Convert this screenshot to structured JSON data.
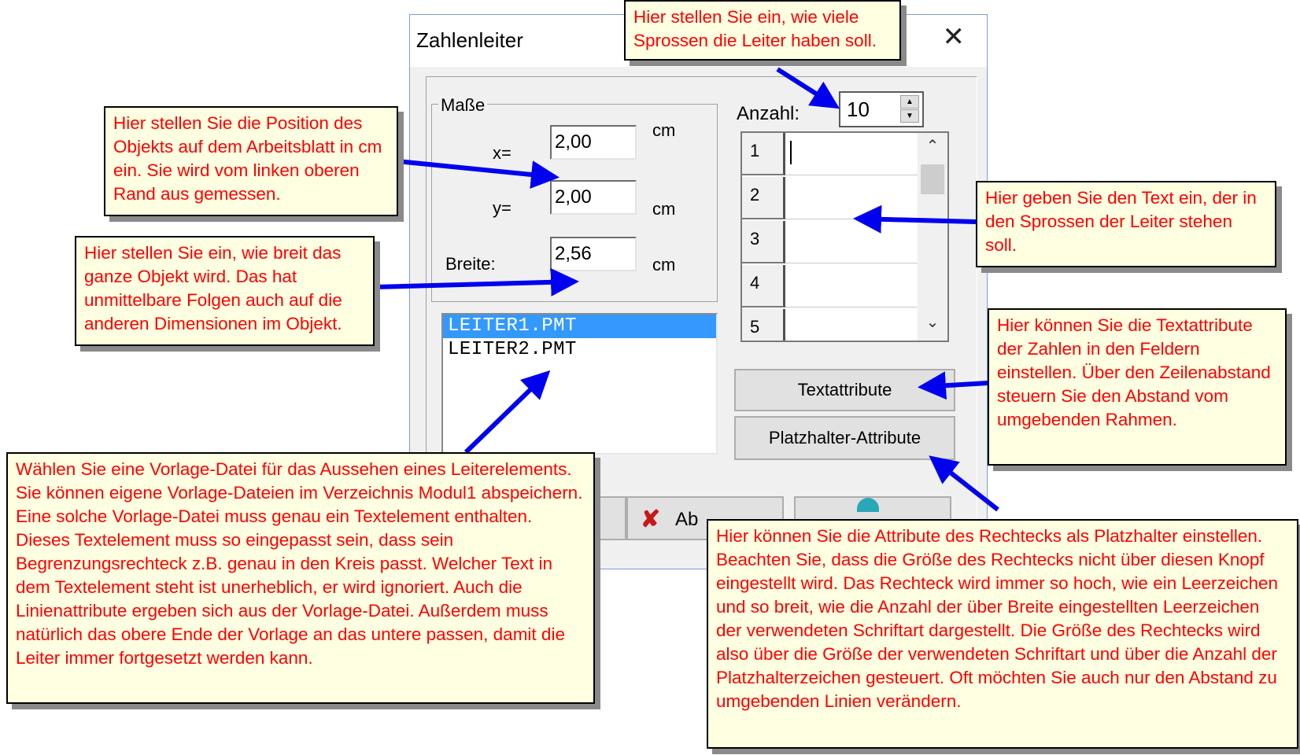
{
  "window": {
    "title": "Zahlenleiter",
    "close_symbol": "✕"
  },
  "masse": {
    "legend": "Maße",
    "x_label": "x=",
    "x_value": "2,00",
    "y_label": "y=",
    "y_value": "2,00",
    "breite_label": "Breite:",
    "breite_value": "2,56",
    "unit": "cm"
  },
  "templates": {
    "items": [
      "LEITER1.PMT",
      "LEITER2.PMT"
    ],
    "selected_index": 0
  },
  "anzahl": {
    "label": "Anzahl:",
    "value": "10"
  },
  "rungs": {
    "rows": [
      "1",
      "2",
      "3",
      "4",
      "5"
    ],
    "scroll_up": "⌃",
    "scroll_down": "⌄"
  },
  "buttons": {
    "textattribute": "Textattribute",
    "platzhalter": "Platzhalter-Attribute",
    "cancel_partial": "Ab"
  },
  "callouts": {
    "sprossen": "Hier stellen Sie ein, wie viele Sprossen die Leiter haben soll.",
    "position": "Hier stellen Sie die Position des Objekts auf dem Arbeitsblatt in cm ein. Sie wird vom linken oberen Rand aus gemessen.",
    "breite": "Hier stellen Sie ein, wie breit das ganze Objekt wird. Das hat unmittelbare Folgen auch auf die anderen Dimensionen im Objekt.",
    "text": "Hier geben Sie den Text ein, der in den Sprossen der Leiter stehen soll.",
    "textattribute": "Hier können Sie die Textattribute der Zahlen in den Feldern einstellen. Über den Zeilenabstand steuern Sie den Abstand vom umgebenden Rahmen.",
    "vorlage": "Wählen Sie eine Vorlage-Datei für das Aussehen eines Leiterelements. Sie können eigene Vorlage-Dateien im Verzeichnis Modul1 abspeichern. Eine solche Vorlage-Datei muss genau ein Textelement enthalten. Dieses Textelement muss so eingepasst sein, dass sein Begrenzungsrechteck z.B. genau in den Kreis passt. Welcher Text in dem Textelement steht ist unerheblich, er wird ignoriert. Auch die Linienattribute ergeben sich aus der Vorlage-Datei. Außerdem muss natürlich das obere Ende der Vorlage an das untere passen, damit die Leiter immer fortgesetzt werden kann.",
    "platzhalter": "Hier können Sie die Attribute des Rechtecks als Platzhalter einstellen. Beachten Sie, dass die Größe des Rechtecks nicht über diesen Knopf eingestellt wird. Das Rechteck wird immer so hoch, wie ein Leerzeichen und so breit, wie die Anzahl der über Breite eingestellten Leerzeichen der verwendeten Schriftart dargestellt. Die Größe des Rechtecks wird also über die Größe der verwendeten Schriftart und über die Anzahl der Platzhalterzeichen gesteuert. Oft möchten Sie auch nur den Abstand zu umgebenden Linien verändern."
  },
  "colors": {
    "callout_text": "#ff0000",
    "callout_bg": "#ffffe1",
    "arrow": "#0000ee",
    "selection": "#3399ff"
  }
}
